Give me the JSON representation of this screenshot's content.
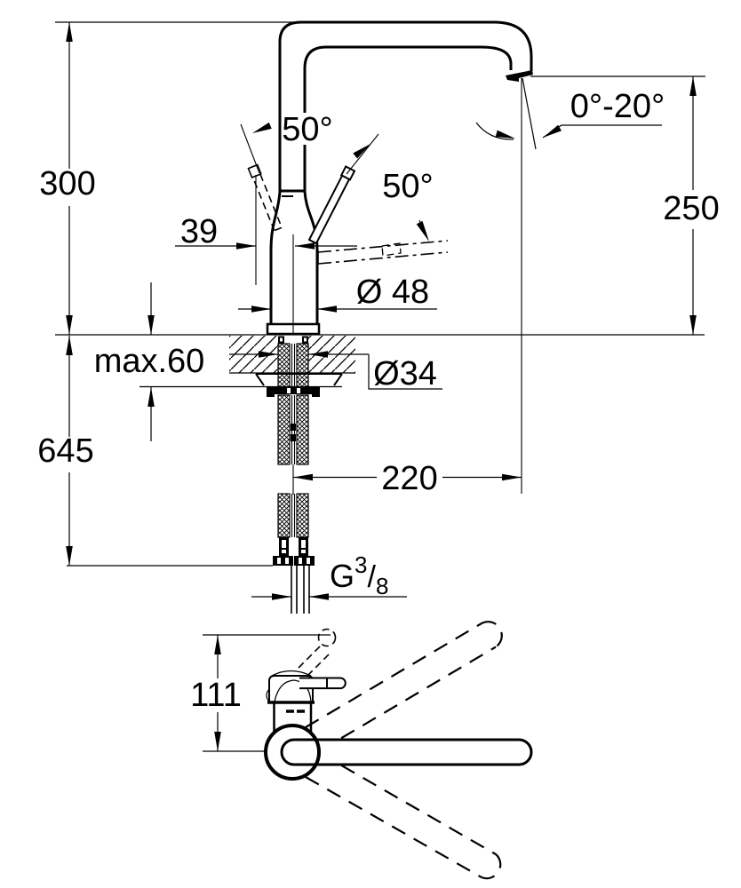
{
  "page": {
    "background": "#ffffff",
    "ink": "#000000"
  },
  "drawing": {
    "kind": "faucet-installation-dimension-drawing",
    "front": {
      "height_overall": "300",
      "outlet_height": "250",
      "outlet_angle": "0°-20°",
      "handle_angle_a": "50°",
      "handle_angle_b": "50°",
      "handle_offset": "39",
      "body_dia": "Ø 48",
      "deck_max": "max.60",
      "hole_dia": "Ø34",
      "hose_len": "645",
      "reach": "220",
      "thread_g": "G",
      "thread_num": "3",
      "thread_sl": "/",
      "thread_den": "8"
    },
    "top": {
      "depth": "111"
    }
  }
}
